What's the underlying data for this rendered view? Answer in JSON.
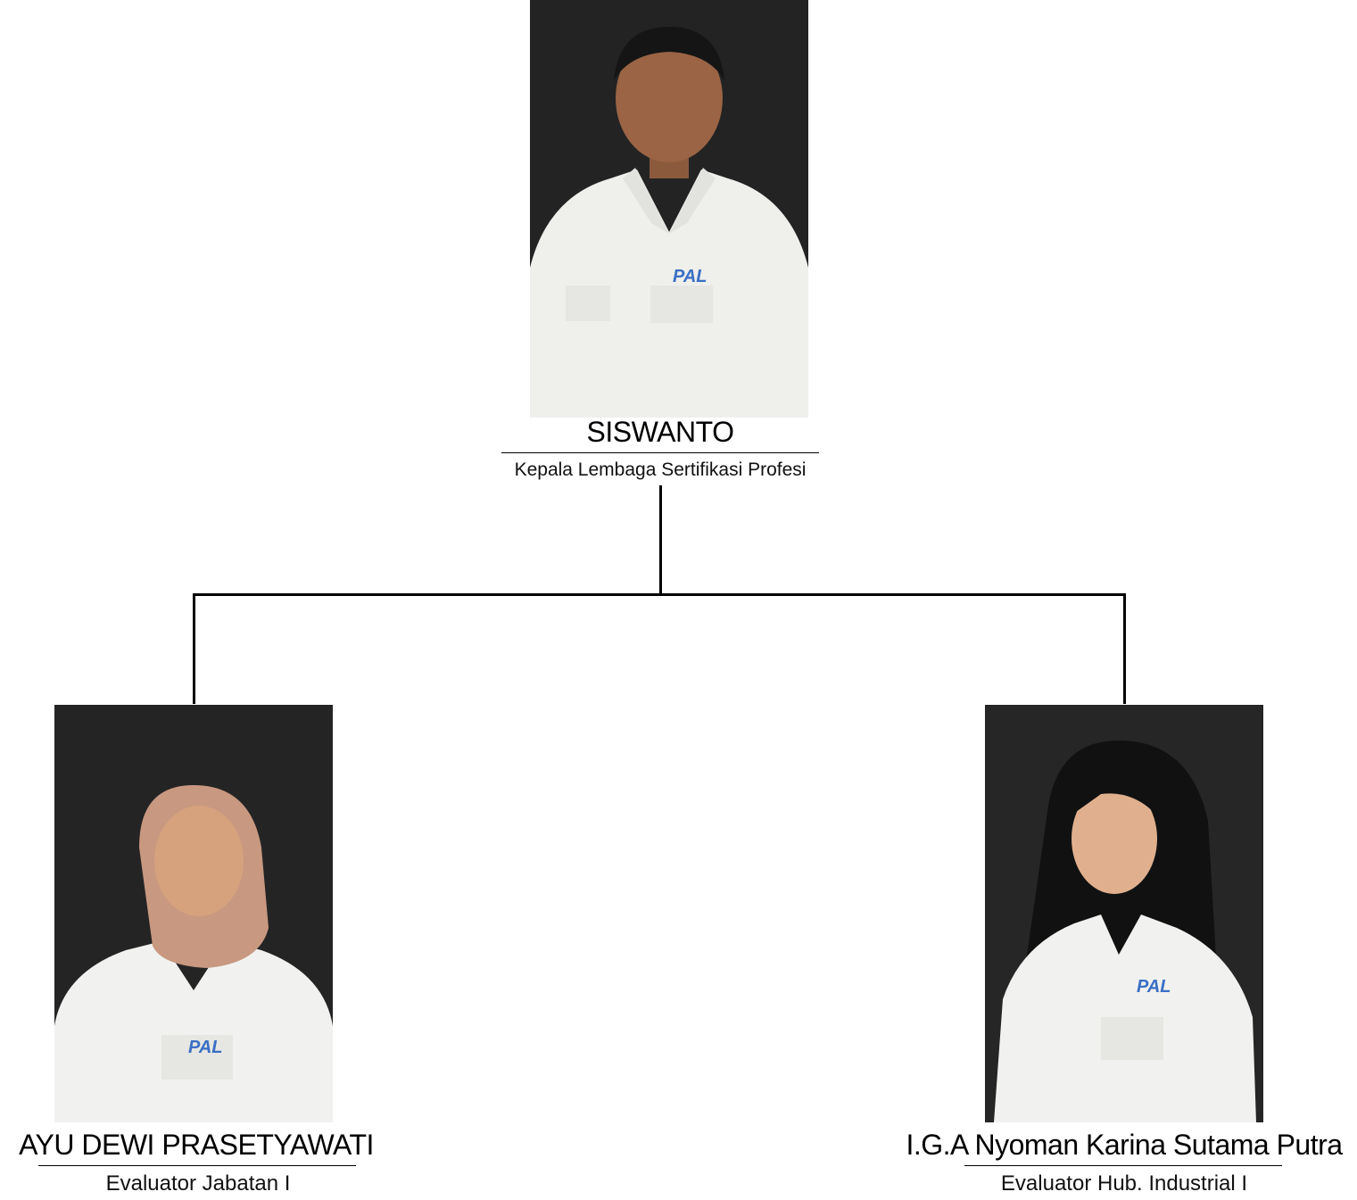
{
  "org_chart": {
    "head": {
      "name": "SISWANTO",
      "role": "Kepala Lembaga Sertifikasi Profesi",
      "shirt_logo": "PAL"
    },
    "members": [
      {
        "name": "AYU DEWI PRASETYAWATI",
        "role": "Evaluator Jabatan I",
        "shirt_logo": "PAL"
      },
      {
        "name": "I.G.A Nyoman Karina Sutama Putra",
        "role": "Evaluator Hub. Industrial I",
        "shirt_logo": "PAL"
      }
    ]
  },
  "colors": {
    "photo_background": "#222222",
    "shirt": "#f2f2f0",
    "logo": "#3a6fc4",
    "connector": "#000000"
  }
}
